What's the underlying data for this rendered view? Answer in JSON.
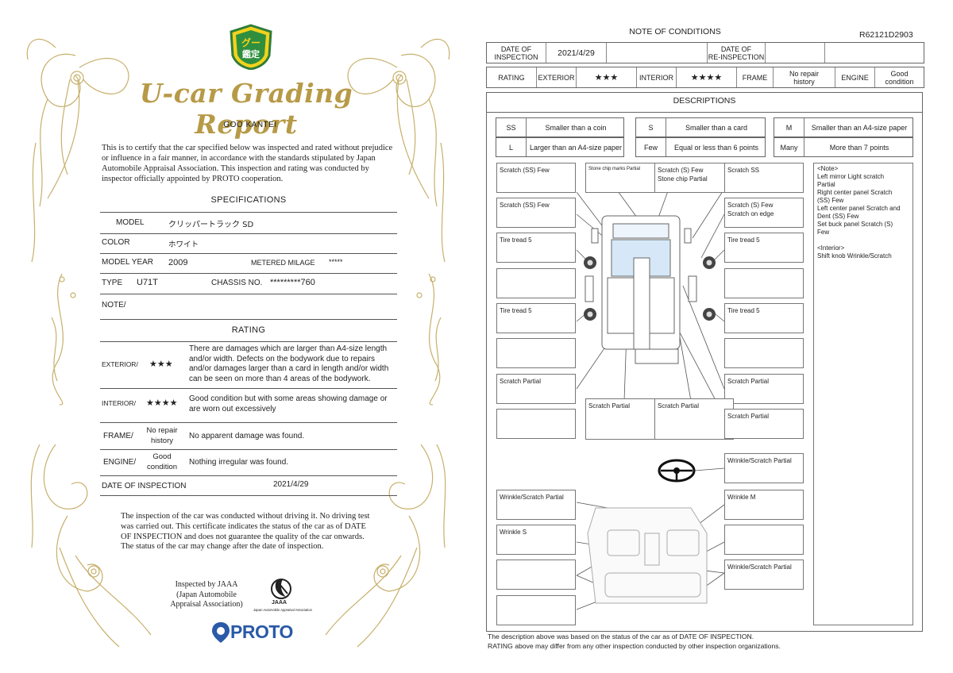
{
  "certificate": {
    "badge_text": "グー鑑定",
    "title": "U-car Grading Report",
    "subtitle": "GOO KANTEI",
    "certify_text": "This is to certify that the car specified below was inspected and rated without prejudice or influence in a fair manner, in accordance with the standards stipulated by Japan Automobile Appraisal Association. This inspection and rating was conducted by inspector officially appointed by PROTO cooperation.",
    "specs": {
      "heading": "SPECIFICATIONS",
      "model_label": "MODEL",
      "model_value": "クリッパートラック SD",
      "color_label": "COLOR",
      "color_value": "ホワイト",
      "model_year_label": "MODEL YEAR",
      "model_year_value": "2009",
      "milage_label": "METERED MILAGE",
      "milage_value": "*****",
      "type_label": "TYPE",
      "type_value": "U71T",
      "chassis_label": "CHASSIS NO.",
      "chassis_value": "*********760",
      "note_label": "NOTE/"
    },
    "rating": {
      "heading": "RATING",
      "exterior_label": "EXTERIOR/",
      "exterior_stars": "★★★",
      "exterior_desc": "There are damages which are larger than A4-size length and/or width. Defects on the bodywork due to repairs and/or damages larger than a card in length and/or width can be seen on more than 4 areas of the bodywork.",
      "interior_label": "INTERIOR/",
      "interior_stars": "★★★★",
      "interior_desc": "Good condition but with some areas showing damage or are worn out excessively",
      "frame_label": "FRAME/",
      "frame_value_1": "No repair",
      "frame_value_2": "history",
      "frame_desc": "No apparent damage was found.",
      "engine_label": "ENGINE/",
      "engine_value_1": "Good",
      "engine_value_2": "condition",
      "engine_desc": "Nothing irregular was found.",
      "date_label": "DATE OF INSPECTION",
      "date_value": "2021/4/29"
    },
    "closing_text": "The inspection of the car was conducted without driving it. No driving test was carried out. This certificate indicates the status of the car as of DATE OF INSPECTION and does not guarantee the quality of the car onwards. The status of the car may change after the date of inspection.",
    "inspected_1": "Inspected by JAAA",
    "inspected_2": "(Japan Automobile",
    "inspected_3": "Appraisal Association)",
    "jaaa_label": "JAAA",
    "jaaa_sub": "Japan Automobile Appraisal Association",
    "proto_logo": "PROTO"
  },
  "report": {
    "title": "NOTE OF CONDITIONS",
    "report_id": "R62121D2903",
    "date_row": {
      "date_label_1": "DATE OF",
      "date_label_2": "INSPECTION",
      "date_value": "2021/4/29",
      "reinsp_label_1": "DATE OF",
      "reinsp_label_2": "RE-INSPECTION"
    },
    "rating_row": {
      "rating": "RATING",
      "exterior": "EXTERIOR",
      "exterior_stars": "★★★",
      "interior": "INTERIOR",
      "interior_stars": "★★★★",
      "frame": "FRAME",
      "frame_value_1": "No repair",
      "frame_value_2": "history",
      "engine": "ENGINE",
      "engine_value_1": "Good",
      "engine_value_2": "condition"
    },
    "descriptions_title": "DESCRIPTIONS",
    "legend": [
      {
        "code": "SS",
        "meaning": "Smaller than a coin"
      },
      {
        "code": "S",
        "meaning": "Smaller than a card"
      },
      {
        "code": "M",
        "meaning": "Smaller than an A4-size paper"
      },
      {
        "code": "L",
        "meaning": "Larger than an A4-size paper"
      },
      {
        "code": "Few",
        "meaning": "Equal or less than 6 points"
      },
      {
        "code": "Many",
        "meaning": "More than 7 points"
      }
    ],
    "boxes": {
      "b1": "Scratch (SS)   Few",
      "b2": "Stone chip marks   Partial",
      "b3a": "Scratch (S)   Few",
      "b3b": "Stone chip   Partial",
      "b4": "Scratch   SS",
      "b5": "Scratch (SS)   Few",
      "b6a": "Scratch (S)   Few",
      "b6b": "Scratch on edge",
      "b7": "Tire tread   5",
      "b8": "Tire tread   5",
      "b9": "Tire tread   5",
      "b10": "Tire tread   5",
      "b11": "Scratch   Partial",
      "b12": "Scratch   Partial",
      "b13": "Scratch   Partial",
      "b14": "Scratch   Partial",
      "b15": "Scratch   Partial",
      "b16": "Wrinkle/Scratch   Partial",
      "b17": "Wrinkle/Scratch   Partial",
      "b18": "Wrinkle   M",
      "b19": "Wrinkle   S",
      "b20": "Wrinkle/Scratch   Partial"
    },
    "notes": {
      "ext_head": "<Note>",
      "ext_1": "Left mirror   Light scratch",
      "ext_2": "Partial",
      "ext_3": "Right center panel   Scratch",
      "ext_4": "(SS)   Few",
      "ext_5": "Left center panel   Scratch and",
      "ext_6": "Dent (SS)   Few",
      "ext_7": "Set buck panel   Scratch (S)",
      "ext_8": "Few",
      "int_head": "<Interior>",
      "int_1": "Shift knob   Wrinkle/Scratch"
    },
    "footer_1": "The description above was based on the status of the car as of  DATE OF INSPECTION.",
    "footer_2": "RATING above may differ from any other inspection conducted by other inspection organizations."
  }
}
